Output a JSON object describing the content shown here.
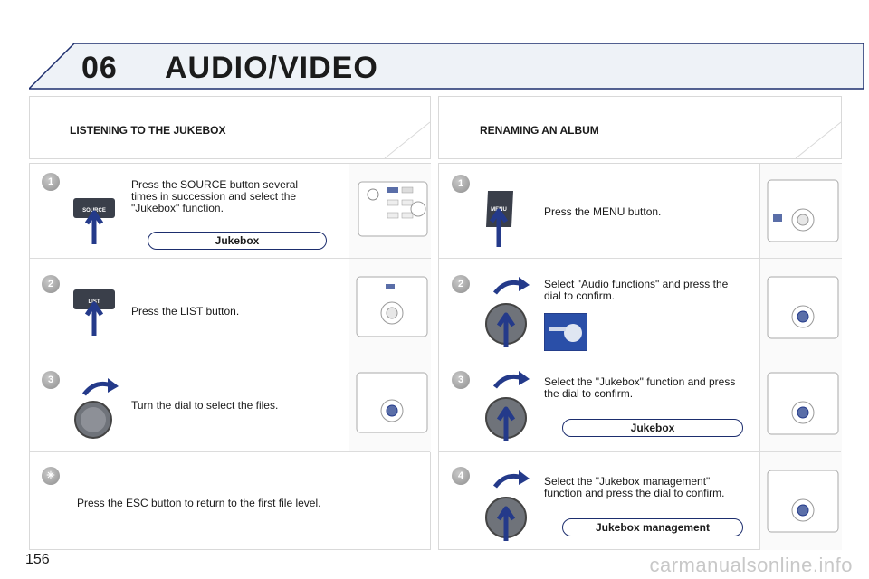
{
  "header": {
    "chapter": "06",
    "title": "AUDIO/VIDEO"
  },
  "left": {
    "section_title": "LISTENING TO THE JUKEBOX",
    "steps": [
      {
        "num": "1",
        "text": "Press the SOURCE button several times in succession and select the \"Jukebox\" function.",
        "button_label": "SOURCE",
        "pill": "Jukebox"
      },
      {
        "num": "2",
        "text": "Press the LIST button.",
        "button_label": "LIST"
      },
      {
        "num": "3",
        "text": "Turn the dial to select the files."
      }
    ],
    "tip": {
      "text": "Press the ESC button to return to the first file level."
    }
  },
  "right": {
    "section_title": "RENAMING AN ALBUM",
    "steps": [
      {
        "num": "1",
        "text": "Press the MENU button.",
        "button_label": "MENU"
      },
      {
        "num": "2",
        "text": "Select \"Audio functions\" and press the dial to confirm."
      },
      {
        "num": "3",
        "text": "Select the \"Jukebox\" function and press the dial to confirm.",
        "pill": "Jukebox"
      },
      {
        "num": "4",
        "text": "Select the \"Jukebox management\" function and press the dial to confirm.",
        "pill": "Jukebox management"
      }
    ]
  },
  "page_number": "156",
  "watermark": "carmanualsonline.info",
  "colors": {
    "accent": "#1d2e6e",
    "button_dark": "#3a3f4a",
    "arrow": "#243a8a"
  }
}
